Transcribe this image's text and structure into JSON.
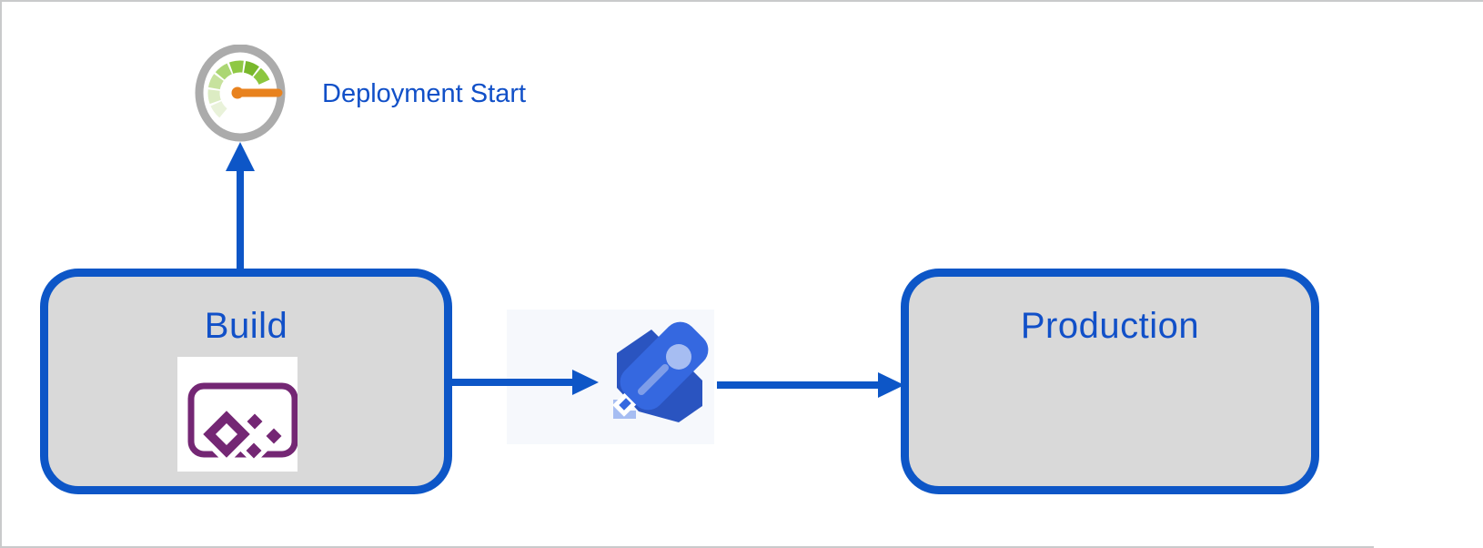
{
  "annotation": {
    "label": "Deployment Start",
    "icon": "gauge-icon"
  },
  "nodes": {
    "build": {
      "label": "Build",
      "icon": "power-apps-icon"
    },
    "production": {
      "label": "Production"
    }
  },
  "connector": {
    "icon": "rocket-icon"
  },
  "colors": {
    "accent_blue": "#0d56c7",
    "label_blue": "#1150c8",
    "box_fill": "#d9d9d9",
    "logo_purple": "#742774",
    "needle_orange": "#e8821e",
    "gauge_ring_gray": "#ababab",
    "rocket_blue": "#3568e0",
    "rocket_dark_blue": "#2a54c0",
    "rocket_light_blue": "#a6bdf2",
    "rocket_stripe_blue": "#7e9de9",
    "backdrop_tint": "#f6f8fc",
    "frame_gray": "#c9cacb",
    "gauge_greens": [
      "#e9f2da",
      "#dcecc3",
      "#c7e29e",
      "#abd673",
      "#8fc844",
      "#79b82c",
      "#8cc63f"
    ]
  }
}
